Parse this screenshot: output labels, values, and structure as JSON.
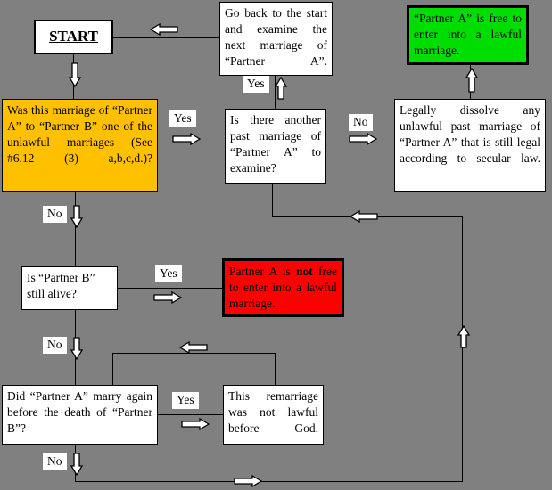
{
  "diagram": {
    "title": "Marriage lawfulness decision flowchart",
    "background_color": "#808080",
    "nodes": {
      "start": {
        "label": "START"
      },
      "go_back": {
        "text": "Go back to the start and examine the next marriage of “Partner A”."
      },
      "free_green": {
        "text": "“Partner A” is free to enter into a lawful marriage.",
        "color": "#00DD00"
      },
      "unlawful_question": {
        "text": "Was this marriage of “Partner A” to “Partner B” one of the unlawful marriages (See #6.12 (3) a,b,c,d.)?",
        "color": "#FFC000"
      },
      "another_marriage": {
        "text": "Is there another past marriage of “Partner A” to examine?"
      },
      "legally_dissolve": {
        "text": "Legally dissolve any unlawful past marriage of “Partner A” that is still legal according to secular law."
      },
      "partner_b_alive": {
        "text": "Is “Partner B” still alive?"
      },
      "not_free_red": {
        "text_part1": "Partner A is ",
        "text_bold": "not",
        "text_part2": " free to enter into a lawful marriage.",
        "color": "#FF0000"
      },
      "married_again": {
        "text": "Did “Partner A” marry again before the death of “Partner B”?"
      },
      "remarriage_not_lawful": {
        "text": "This remarriage was not lawful before God."
      }
    },
    "edge_labels": {
      "yes_from_another_marriage": "Yes",
      "yes_from_unlawful_question": "Yes",
      "no_from_another_marriage": "No",
      "no_from_unlawful_question": "No",
      "yes_from_partner_b_alive": "Yes",
      "no_from_partner_b_alive": "No",
      "yes_from_married_again": "Yes",
      "no_from_married_again": "No"
    }
  }
}
